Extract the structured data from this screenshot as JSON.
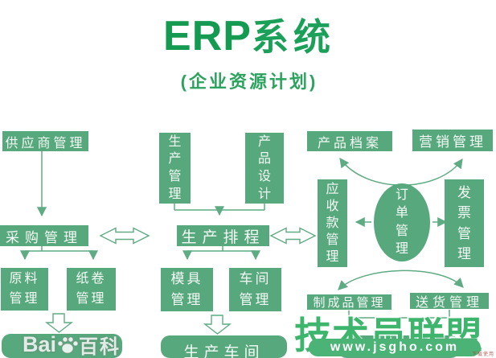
{
  "title": {
    "en": "ERP",
    "zh": "系统",
    "subtitle": "(企业资源计划)"
  },
  "nodes": {
    "supplier": "供应商管理",
    "purchase": "采购管理",
    "raw_material": "原料管理",
    "paper_roll": "纸卷管理",
    "production_mgmt": "生产管理",
    "product_design": "产品设计",
    "production_scheduling": "生产排程",
    "mold_mgmt": "模具管理",
    "workshop_mgmt": "车间管理",
    "production_workshop": "生产车间",
    "product_archive": "产品档案",
    "marketing_mgmt": "营销管理",
    "receivables_mgmt": "应收款管理",
    "order_mgmt": "订单管理",
    "invoice_mgmt": "发票管理",
    "finished_product_mgmt": "制成品管理",
    "delivery_mgmt": "送货管理"
  },
  "watermarks": {
    "baidu_text": "Bai",
    "baidu_brand": "百科",
    "union_name": "技术员联盟",
    "union_url": "www.jsgho.com",
    "corner_note": "下载使用"
  },
  "colors": {
    "box_green": "#58a87d",
    "title_green": "#149a51",
    "line_green": "#5fab83",
    "watermark_green": "#3db56d",
    "url_bar_green": "#4cb377"
  }
}
